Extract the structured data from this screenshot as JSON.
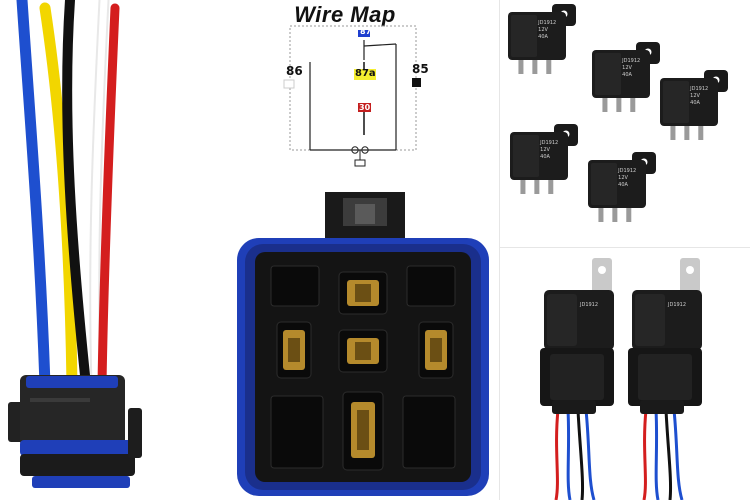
{
  "wire_map": {
    "title": "Wire Map",
    "pins": {
      "p86": "86",
      "p85": "85",
      "p87": "87",
      "p87a": "87a",
      "p30": "30"
    }
  },
  "relay": {
    "model": "JD1912",
    "voltage": "12V",
    "current": "40A"
  },
  "colors": {
    "socket_blue": "#1f3fb8",
    "housing_black": "#1a1a1a",
    "wire_blue": "#1e4fcf",
    "wire_yellow": "#f2d600",
    "wire_black": "#111111",
    "wire_white": "#f4f4f4",
    "wire_red": "#d41e1e",
    "terminal_brass": "#b58a2c"
  }
}
